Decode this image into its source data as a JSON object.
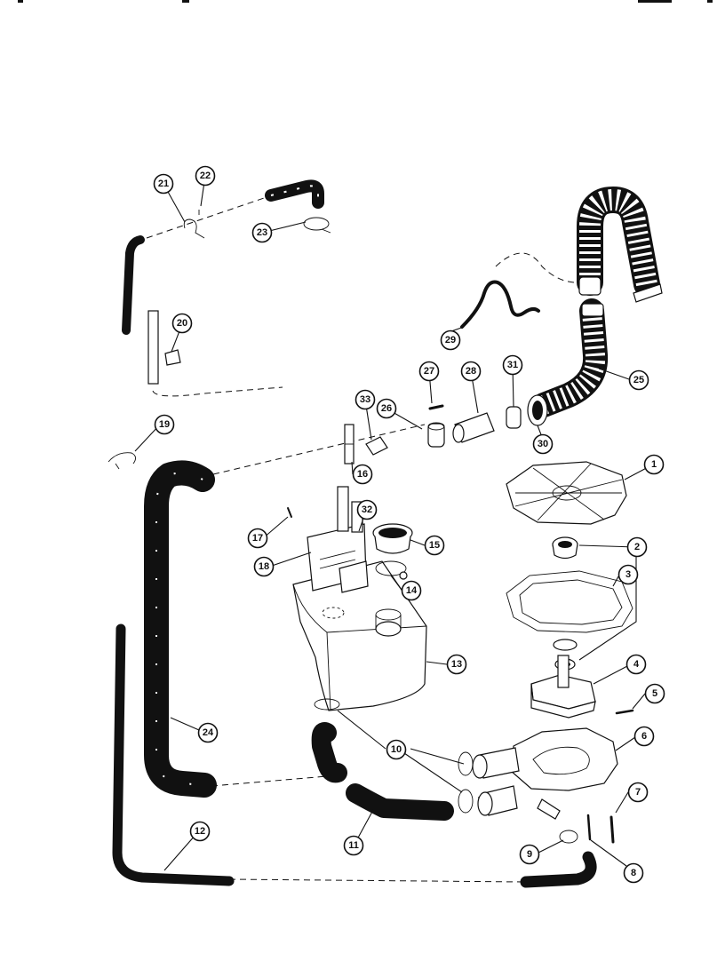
{
  "callouts": [
    {
      "id": "1",
      "label": "1"
    },
    {
      "id": "2",
      "label": "2"
    },
    {
      "id": "3",
      "label": "3"
    },
    {
      "id": "4",
      "label": "4"
    },
    {
      "id": "5",
      "label": "5"
    },
    {
      "id": "6",
      "label": "6"
    },
    {
      "id": "7",
      "label": "7"
    },
    {
      "id": "8",
      "label": "8"
    },
    {
      "id": "9",
      "label": "9"
    },
    {
      "id": "10",
      "label": "10"
    },
    {
      "id": "11",
      "label": "11"
    },
    {
      "id": "12",
      "label": "12"
    },
    {
      "id": "13",
      "label": "13"
    },
    {
      "id": "14",
      "label": "14"
    },
    {
      "id": "15",
      "label": "15"
    },
    {
      "id": "16",
      "label": "16"
    },
    {
      "id": "17",
      "label": "17"
    },
    {
      "id": "18",
      "label": "18"
    },
    {
      "id": "19",
      "label": "19"
    },
    {
      "id": "20",
      "label": "20"
    },
    {
      "id": "21",
      "label": "21"
    },
    {
      "id": "22",
      "label": "22"
    },
    {
      "id": "23",
      "label": "23"
    },
    {
      "id": "24",
      "label": "24"
    },
    {
      "id": "25",
      "label": "25"
    },
    {
      "id": "26",
      "label": "26"
    },
    {
      "id": "27",
      "label": "27"
    },
    {
      "id": "28",
      "label": "28"
    },
    {
      "id": "29",
      "label": "29"
    },
    {
      "id": "30",
      "label": "30"
    },
    {
      "id": "31",
      "label": "31"
    },
    {
      "id": "32",
      "label": "32"
    },
    {
      "id": "33",
      "label": "33"
    }
  ],
  "colors": {
    "ink": "#111111",
    "paper": "#ffffff"
  }
}
